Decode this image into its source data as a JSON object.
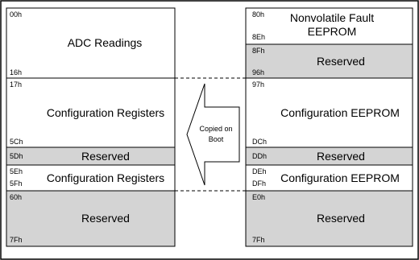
{
  "left_map": {
    "regions": [
      {
        "start": "00h",
        "end": "16h",
        "label": "ADC Readings",
        "reserved": false
      },
      {
        "start": "17h",
        "end": "5Ch",
        "label": "Configuration Registers",
        "reserved": false
      },
      {
        "start": "5Dh",
        "end": "",
        "label": "Reserved",
        "reserved": true
      },
      {
        "start": "5Eh",
        "end": "5Fh",
        "label": "Configuration Registers",
        "reserved": false
      },
      {
        "start": "60h",
        "end": "7Fh",
        "label": "Reserved",
        "reserved": true
      }
    ]
  },
  "right_map": {
    "regions": [
      {
        "start": "80h",
        "end": "8Eh",
        "label": "Nonvolatile Fault",
        "label2": "EEPROM",
        "reserved": false
      },
      {
        "start": "8Fh",
        "end": "96h",
        "label": "Reserved",
        "reserved": true
      },
      {
        "start": "97h",
        "end": "DCh",
        "label": "Configuration EEPROM",
        "reserved": false
      },
      {
        "start": "DDh",
        "end": "",
        "label": "Reserved",
        "reserved": true
      },
      {
        "start": "DEh",
        "end": "DFh",
        "label": "Configuration EEPROM",
        "reserved": false
      },
      {
        "start": "E0h",
        "end": "7Fh",
        "label": "Reserved",
        "reserved": true
      }
    ]
  },
  "arrow": {
    "line1": "Copied on",
    "line2": "Boot"
  },
  "colors": {
    "reserved_fill": "#d4d4d4",
    "border": "#000000",
    "background": "#ffffff"
  }
}
